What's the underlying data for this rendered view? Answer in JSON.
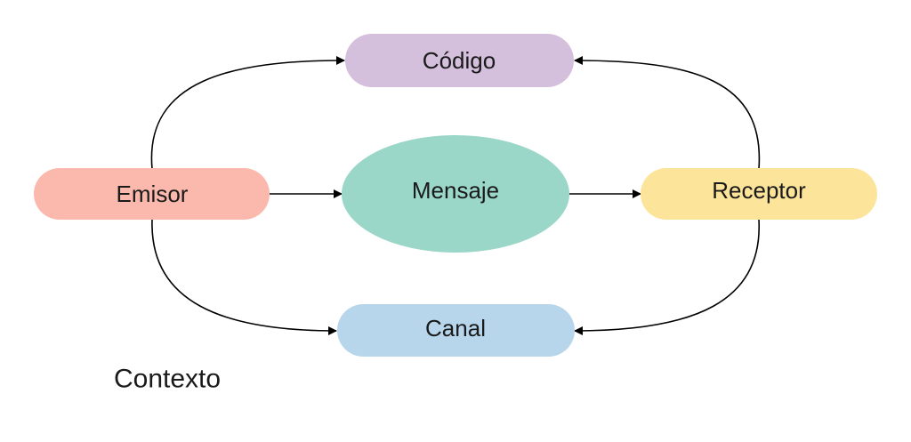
{
  "nodes": {
    "codigo": {
      "label": "Código",
      "color": "#d4bfdd"
    },
    "emisor": {
      "label": "Emisor",
      "color": "#fbb8ad"
    },
    "mensaje": {
      "label": "Mensaje",
      "color": "#9bd7c8"
    },
    "receptor": {
      "label": "Receptor",
      "color": "#fde49b"
    },
    "canal": {
      "label": "Canal",
      "color": "#b7d6ec"
    }
  },
  "context_label": "Contexto",
  "edges": [
    {
      "from": "Emisor",
      "to": "Mensaje"
    },
    {
      "from": "Mensaje",
      "to": "Receptor"
    },
    {
      "from": "Emisor",
      "to": "Código"
    },
    {
      "from": "Receptor",
      "to": "Código"
    },
    {
      "from": "Emisor",
      "to": "Canal"
    },
    {
      "from": "Receptor",
      "to": "Canal"
    }
  ]
}
